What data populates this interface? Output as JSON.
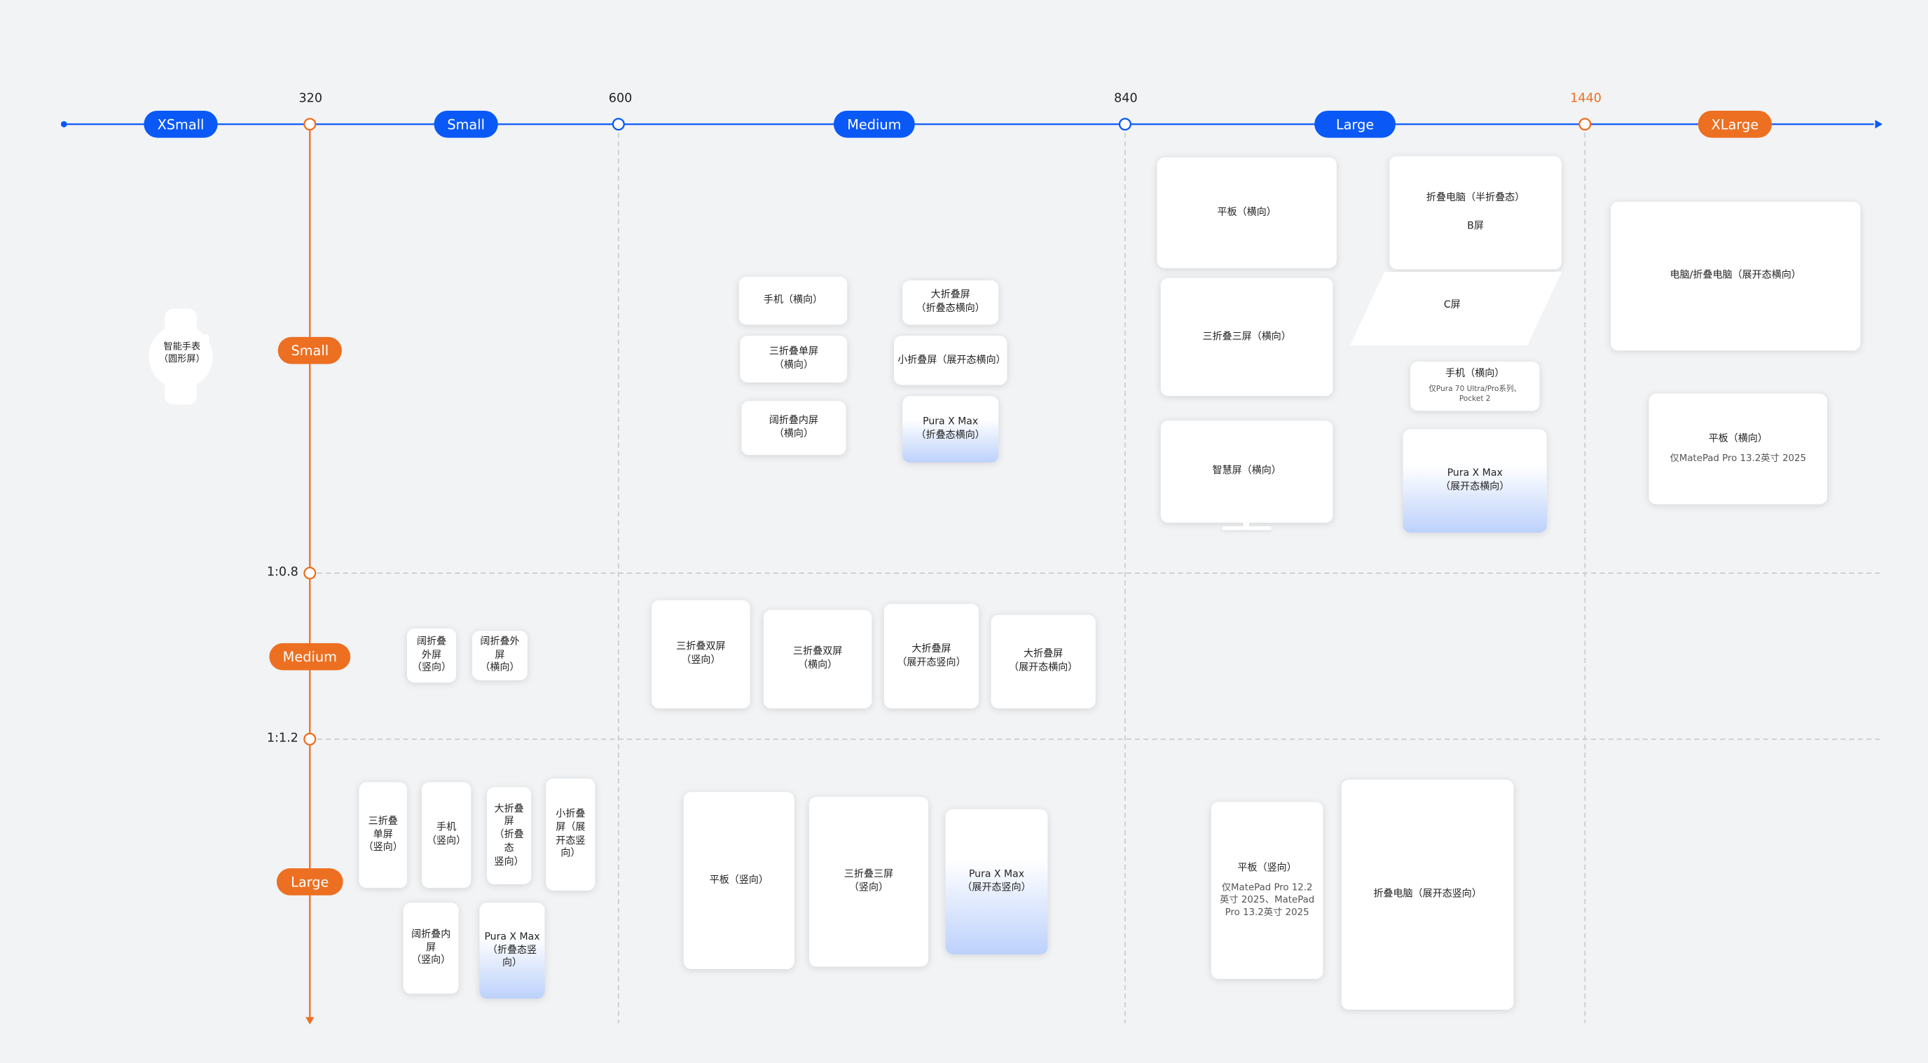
{
  "width_breakpoints": {
    "labels": [
      "XSmall",
      "Small",
      "Medium",
      "Large",
      "XLarge"
    ],
    "ticks": [
      "320",
      "600",
      "840",
      "1440"
    ]
  },
  "aspect_breakpoints": {
    "labels": [
      "Small",
      "Medium",
      "Large"
    ],
    "ticks": [
      "1:0.8",
      "1:1.2"
    ]
  },
  "devices": {
    "watch": "智能手表\n（圆形屏）",
    "phone_land": "手机（横向）",
    "trifold_single_land": "三折叠单屏\n（横向）",
    "flip_inner_land": "阔折叠内屏\n（横向）",
    "bigfold_folded_land": "大折叠屏\n（折叠态横向）",
    "smallfold_open_land": "小折叠屏（展开态横向）",
    "purax_folded_land": "Pura X Max\n（折叠态横向）",
    "tablet_land": "平板（横向）",
    "trifold_triple_land": "三折叠三屏（横向）",
    "smart_screen": "智慧屏（横向）",
    "foldpc_half": "折叠电脑（半折叠态）",
    "foldpc_b": "B屏",
    "foldpc_c": "C屏",
    "phone_land_pura": "手机（横向）",
    "phone_land_pura_note": "仅Pura 70 Ultra/Pro系列、\nPocket 2",
    "purax_open_land": "Pura X Max\n（展开态横向）",
    "pc_fold_open_land": "电脑/折叠电脑（展开态横向）",
    "tablet_land_xl": "平板（横向）",
    "tablet_land_xl_note": "仅MatePad Pro 13.2英寸 2025",
    "flip_outer_port": "阔折叠\n外屏\n（竖向）",
    "flip_outer_land": "阔折叠外屏\n（横向）",
    "trifold_double_port": "三折叠双屏\n（竖向）",
    "trifold_double_land": "三折叠双屏\n（横向）",
    "bigfold_open_port": "大折叠屏\n（展开态竖向）",
    "bigfold_open_land": "大折叠屏\n（展开态横向）",
    "trifold_single_port": "三折叠\n单屏\n（竖向）",
    "phone_port": "手机\n（竖向）",
    "bigfold_folded_port": "大折叠屏\n（折叠态\n竖向）",
    "smallfold_open_port": "小折叠\n屏（展\n开态竖\n向）",
    "flip_inner_port": "阔折叠内屏\n（竖向）",
    "purax_folded_port": "Pura X Max\n（折叠态竖\n向）",
    "tablet_port": "平板（竖向）",
    "trifold_triple_port": "三折叠三屏\n（竖向）",
    "purax_open_port": "Pura X Max\n（展开态竖向）",
    "tablet_port_l": "平板（竖向）",
    "tablet_port_l_note": "仅MatePad Pro 12.2\n英寸 2025、MatePad\nPro 13.2英寸 2025",
    "foldpc_open_port": "折叠电脑（展开态竖向）"
  },
  "colors": {
    "blue": "#0a59f7",
    "orange": "#ed6f21",
    "grid": "#c9cdd2"
  }
}
